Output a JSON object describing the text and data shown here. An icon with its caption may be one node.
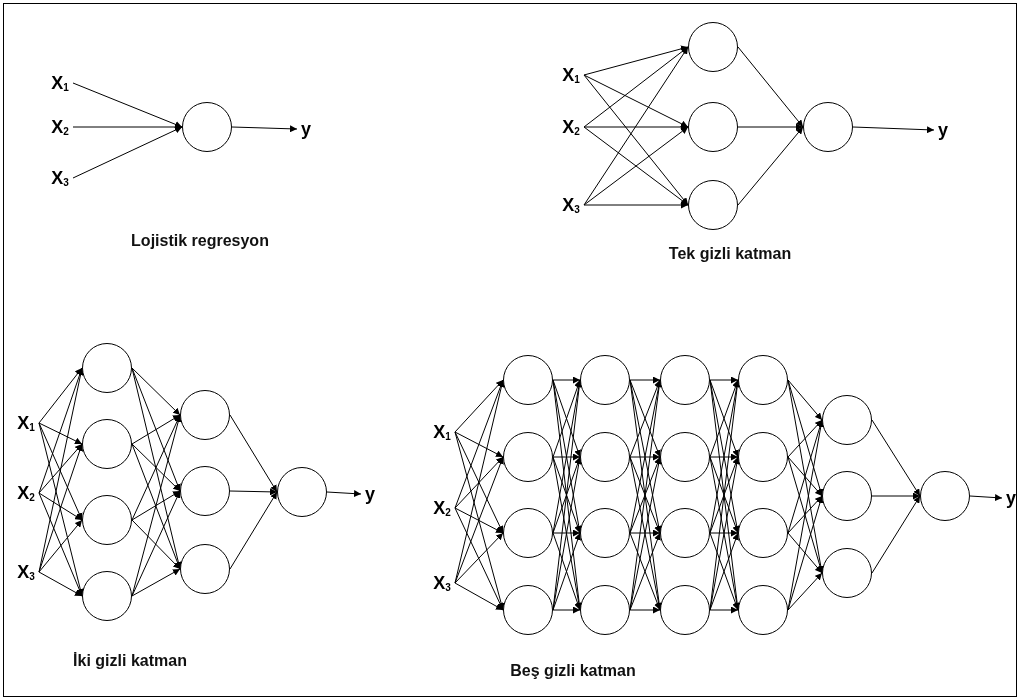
{
  "diagram": {
    "nodes": [
      {
        "text": [
          "X$_{1}$"
        ]
      },
      {
        "text": [
          "X$_{2}$"
        ]
      },
      {
        "text": [
          "X$_{3}$"
        ]
      },
      {
        "text": [],
        "shape": "circle"
      },
      {
        "text": [
          "y"
        ]
      },
      {
        "text": [
          "X$_{1}$"
        ]
      },
      {
        "text": [
          "X$_{2}$"
        ]
      },
      {
        "text": [
          "X$_{3}$"
        ]
      },
      {
        "text": [],
        "shape": "circle"
      },
      {
        "text": [],
        "shape": "circle"
      },
      {
        "text": [],
        "shape": "circle"
      },
      {
        "text": [],
        "shape": "circle"
      },
      {
        "text": [
          "y"
        ]
      },
      {
        "text": [
          "X$_{1}$"
        ]
      },
      {
        "text": [
          "X$_{2}$"
        ]
      },
      {
        "text": [
          "X$_{3}$"
        ]
      },
      {
        "text": [],
        "shape": "circle"
      },
      {
        "text": [],
        "shape": "circle"
      },
      {
        "text": [],
        "shape": "circle"
      },
      {
        "text": [],
        "shape": "circle"
      },
      {
        "text": [],
        "shape": "circle"
      },
      {
        "text": [],
        "shape": "circle"
      },
      {
        "text": [],
        "shape": "circle"
      },
      {
        "text": [],
        "shape": "circle"
      },
      {
        "text": [
          "y"
        ]
      },
      {
        "text": [
          "X$_{1}$"
        ]
      },
      {
        "text": [
          "X$_{2}$"
        ]
      },
      {
        "text": [
          "X$_{3}$"
        ]
      },
      {
        "text": [],
        "shape": "circle"
      },
      {
        "text": [],
        "shape": "circle"
      },
      {
        "text": [],
        "shape": "circle"
      },
      {
        "text": [],
        "shape": "circle"
      },
      {
        "text": [],
        "shape": "circle"
      },
      {
        "text": [],
        "shape": "circle"
      },
      {
        "text": [],
        "shape": "circle"
      },
      {
        "text": [],
        "shape": "circle"
      },
      {
        "text": [],
        "shape": "circle"
      },
      {
        "text": [],
        "shape": "circle"
      },
      {
        "text": [],
        "shape": "circle"
      },
      {
        "text": [],
        "shape": "circle"
      },
      {
        "text": [],
        "shape": "circle"
      },
      {
        "text": [],
        "shape": "circle"
      },
      {
        "text": [],
        "shape": "circle"
      },
      {
        "text": [],
        "shape": "circle"
      },
      {
        "text": [],
        "shape": "circle"
      },
      {
        "text": [],
        "shape": "circle"
      },
      {
        "text": [],
        "shape": "circle"
      },
      {
        "text": [],
        "shape": "circle"
      },
      {
        "text": [
          "y"
        ]
      }
    ],
    "edges": [
      {
        "from": 0,
        "to": 3,
        "arrow": "to"
      },
      {
        "from": 1,
        "to": 3,
        "arrow": "to"
      },
      {
        "from": 2,
        "to": 3,
        "arrow": "to"
      },
      {
        "from": 3,
        "to": 4,
        "arrow": "to"
      },
      {
        "from": 5,
        "to": 8,
        "arrow": "to"
      },
      {
        "from": 5,
        "to": 9,
        "arrow": "to"
      },
      {
        "from": 5,
        "to": 10,
        "arrow": "to"
      },
      {
        "from": 6,
        "to": 8,
        "arrow": "to"
      },
      {
        "from": 6,
        "to": 9,
        "arrow": "to"
      },
      {
        "from": 6,
        "to": 10,
        "arrow": "to"
      },
      {
        "from": 7,
        "to": 8,
        "arrow": "to"
      },
      {
        "from": 7,
        "to": 9,
        "arrow": "to"
      },
      {
        "from": 7,
        "to": 10,
        "arrow": "to"
      },
      {
        "from": 8,
        "to": 11,
        "arrow": "to"
      },
      {
        "from": 9,
        "to": 11,
        "arrow": "to"
      },
      {
        "from": 10,
        "to": 11,
        "arrow": "to"
      },
      {
        "from": 11,
        "to": 12,
        "arrow": "to"
      },
      {
        "from": 13,
        "to": 16,
        "arrow": "to"
      },
      {
        "from": 13,
        "to": 17,
        "arrow": "to"
      },
      {
        "from": 13,
        "to": 18,
        "arrow": "to"
      },
      {
        "from": 13,
        "to": 19,
        "arrow": "to"
      },
      {
        "from": 14,
        "to": 16,
        "arrow": "to"
      },
      {
        "from": 14,
        "to": 17,
        "arrow": "to"
      },
      {
        "from": 14,
        "to": 18,
        "arrow": "to"
      },
      {
        "from": 14,
        "to": 19,
        "arrow": "to"
      },
      {
        "from": 15,
        "to": 16,
        "arrow": "to"
      },
      {
        "from": 15,
        "to": 17,
        "arrow": "to"
      },
      {
        "from": 15,
        "to": 18,
        "arrow": "to"
      },
      {
        "from": 15,
        "to": 19,
        "arrow": "to"
      },
      {
        "from": 16,
        "to": 20,
        "arrow": "to"
      },
      {
        "from": 16,
        "to": 21,
        "arrow": "to"
      },
      {
        "from": 16,
        "to": 22,
        "arrow": "to"
      },
      {
        "from": 17,
        "to": 20,
        "arrow": "to"
      },
      {
        "from": 17,
        "to": 21,
        "arrow": "to"
      },
      {
        "from": 17,
        "to": 22,
        "arrow": "to"
      },
      {
        "from": 18,
        "to": 20,
        "arrow": "to"
      },
      {
        "from": 18,
        "to": 21,
        "arrow": "to"
      },
      {
        "from": 18,
        "to": 22,
        "arrow": "to"
      },
      {
        "from": 19,
        "to": 20,
        "arrow": "to"
      },
      {
        "from": 19,
        "to": 21,
        "arrow": "to"
      },
      {
        "from": 19,
        "to": 22,
        "arrow": "to"
      },
      {
        "from": 20,
        "to": 23,
        "arrow": "to"
      },
      {
        "from": 21,
        "to": 23,
        "arrow": "to"
      },
      {
        "from": 22,
        "to": 23,
        "arrow": "to"
      },
      {
        "from": 23,
        "to": 24,
        "arrow": "to"
      },
      {
        "from": 25,
        "to": 28,
        "arrow": "to"
      },
      {
        "from": 25,
        "to": 29,
        "arrow": "to"
      },
      {
        "from": 25,
        "to": 30,
        "arrow": "to"
      },
      {
        "from": 25,
        "to": 31,
        "arrow": "to"
      },
      {
        "from": 26,
        "to": 28,
        "arrow": "to"
      },
      {
        "from": 26,
        "to": 29,
        "arrow": "to"
      },
      {
        "from": 26,
        "to": 30,
        "arrow": "to"
      },
      {
        "from": 26,
        "to": 31,
        "arrow": "to"
      },
      {
        "from": 27,
        "to": 28,
        "arrow": "to"
      },
      {
        "from": 27,
        "to": 29,
        "arrow": "to"
      },
      {
        "from": 27,
        "to": 30,
        "arrow": "to"
      },
      {
        "from": 27,
        "to": 31,
        "arrow": "to"
      },
      {
        "from": 28,
        "to": 32,
        "arrow": "to"
      },
      {
        "from": 28,
        "to": 33,
        "arrow": "to"
      },
      {
        "from": 28,
        "to": 34,
        "arrow": "to"
      },
      {
        "from": 28,
        "to": 35,
        "arrow": "to"
      },
      {
        "from": 29,
        "to": 32,
        "arrow": "to"
      },
      {
        "from": 29,
        "to": 33,
        "arrow": "to"
      },
      {
        "from": 29,
        "to": 34,
        "arrow": "to"
      },
      {
        "from": 29,
        "to": 35,
        "arrow": "to"
      },
      {
        "from": 30,
        "to": 32,
        "arrow": "to"
      },
      {
        "from": 30,
        "to": 33,
        "arrow": "to"
      },
      {
        "from": 30,
        "to": 34,
        "arrow": "to"
      },
      {
        "from": 30,
        "to": 35,
        "arrow": "to"
      },
      {
        "from": 31,
        "to": 32,
        "arrow": "to"
      },
      {
        "from": 31,
        "to": 33,
        "arrow": "to"
      },
      {
        "from": 31,
        "to": 34,
        "arrow": "to"
      },
      {
        "from": 31,
        "to": 35,
        "arrow": "to"
      },
      {
        "from": 32,
        "to": 36,
        "arrow": "to"
      },
      {
        "from": 32,
        "to": 37,
        "arrow": "to"
      },
      {
        "from": 32,
        "to": 38,
        "arrow": "to"
      },
      {
        "from": 32,
        "to": 39,
        "arrow": "to"
      },
      {
        "from": 33,
        "to": 36,
        "arrow": "to"
      },
      {
        "from": 33,
        "to": 37,
        "arrow": "to"
      },
      {
        "from": 33,
        "to": 38,
        "arrow": "to"
      },
      {
        "from": 33,
        "to": 39,
        "arrow": "to"
      },
      {
        "from": 34,
        "to": 36,
        "arrow": "to"
      },
      {
        "from": 34,
        "to": 37,
        "arrow": "to"
      },
      {
        "from": 34,
        "to": 38,
        "arrow": "to"
      },
      {
        "from": 34,
        "to": 39,
        "arrow": "to"
      },
      {
        "from": 35,
        "to": 36,
        "arrow": "to"
      },
      {
        "from": 35,
        "to": 37,
        "arrow": "to"
      },
      {
        "from": 35,
        "to": 38,
        "arrow": "to"
      },
      {
        "from": 35,
        "to": 39,
        "arrow": "to"
      },
      {
        "from": 36,
        "to": 40,
        "arrow": "to"
      },
      {
        "from": 36,
        "to": 41,
        "arrow": "to"
      },
      {
        "from": 36,
        "to": 42,
        "arrow": "to"
      },
      {
        "from": 36,
        "to": 43,
        "arrow": "to"
      },
      {
        "from": 37,
        "to": 40,
        "arrow": "to"
      },
      {
        "from": 37,
        "to": 41,
        "arrow": "to"
      },
      {
        "from": 37,
        "to": 42,
        "arrow": "to"
      },
      {
        "from": 37,
        "to": 43,
        "arrow": "to"
      },
      {
        "from": 38,
        "to": 40,
        "arrow": "to"
      },
      {
        "from": 38,
        "to": 41,
        "arrow": "to"
      },
      {
        "from": 38,
        "to": 42,
        "arrow": "to"
      },
      {
        "from": 38,
        "to": 43,
        "arrow": "to"
      },
      {
        "from": 39,
        "to": 40,
        "arrow": "to"
      },
      {
        "from": 39,
        "to": 41,
        "arrow": "to"
      },
      {
        "from": 39,
        "to": 42,
        "arrow": "to"
      },
      {
        "from": 39,
        "to": 43,
        "arrow": "to"
      },
      {
        "from": 40,
        "to": 44,
        "arrow": "to"
      },
      {
        "from": 40,
        "to": 45,
        "arrow": "to"
      },
      {
        "from": 40,
        "to": 46,
        "arrow": "to"
      },
      {
        "from": 41,
        "to": 44,
        "arrow": "to"
      },
      {
        "from": 41,
        "to": 45,
        "arrow": "to"
      },
      {
        "from": 41,
        "to": 46,
        "arrow": "to"
      },
      {
        "from": 42,
        "to": 44,
        "arrow": "to"
      },
      {
        "from": 42,
        "to": 45,
        "arrow": "to"
      },
      {
        "from": 42,
        "to": 46,
        "arrow": "to"
      },
      {
        "from": 43,
        "to": 44,
        "arrow": "to"
      },
      {
        "from": 43,
        "to": 45,
        "arrow": "to"
      },
      {
        "from": 43,
        "to": 46,
        "arrow": "to"
      },
      {
        "from": 44,
        "to": 47,
        "arrow": "to"
      },
      {
        "from": 45,
        "to": 47,
        "arrow": "to"
      },
      {
        "from": 46,
        "to": 47,
        "arrow": "to"
      },
      {
        "from": 47,
        "to": 48,
        "arrow": "to"
      }
    ],
    "labels": [
      "Lojistik regresyon",
      "Tek gizli katman",
      "İki gizli katman",
      "Beş gizli katman"
    ]
  }
}
